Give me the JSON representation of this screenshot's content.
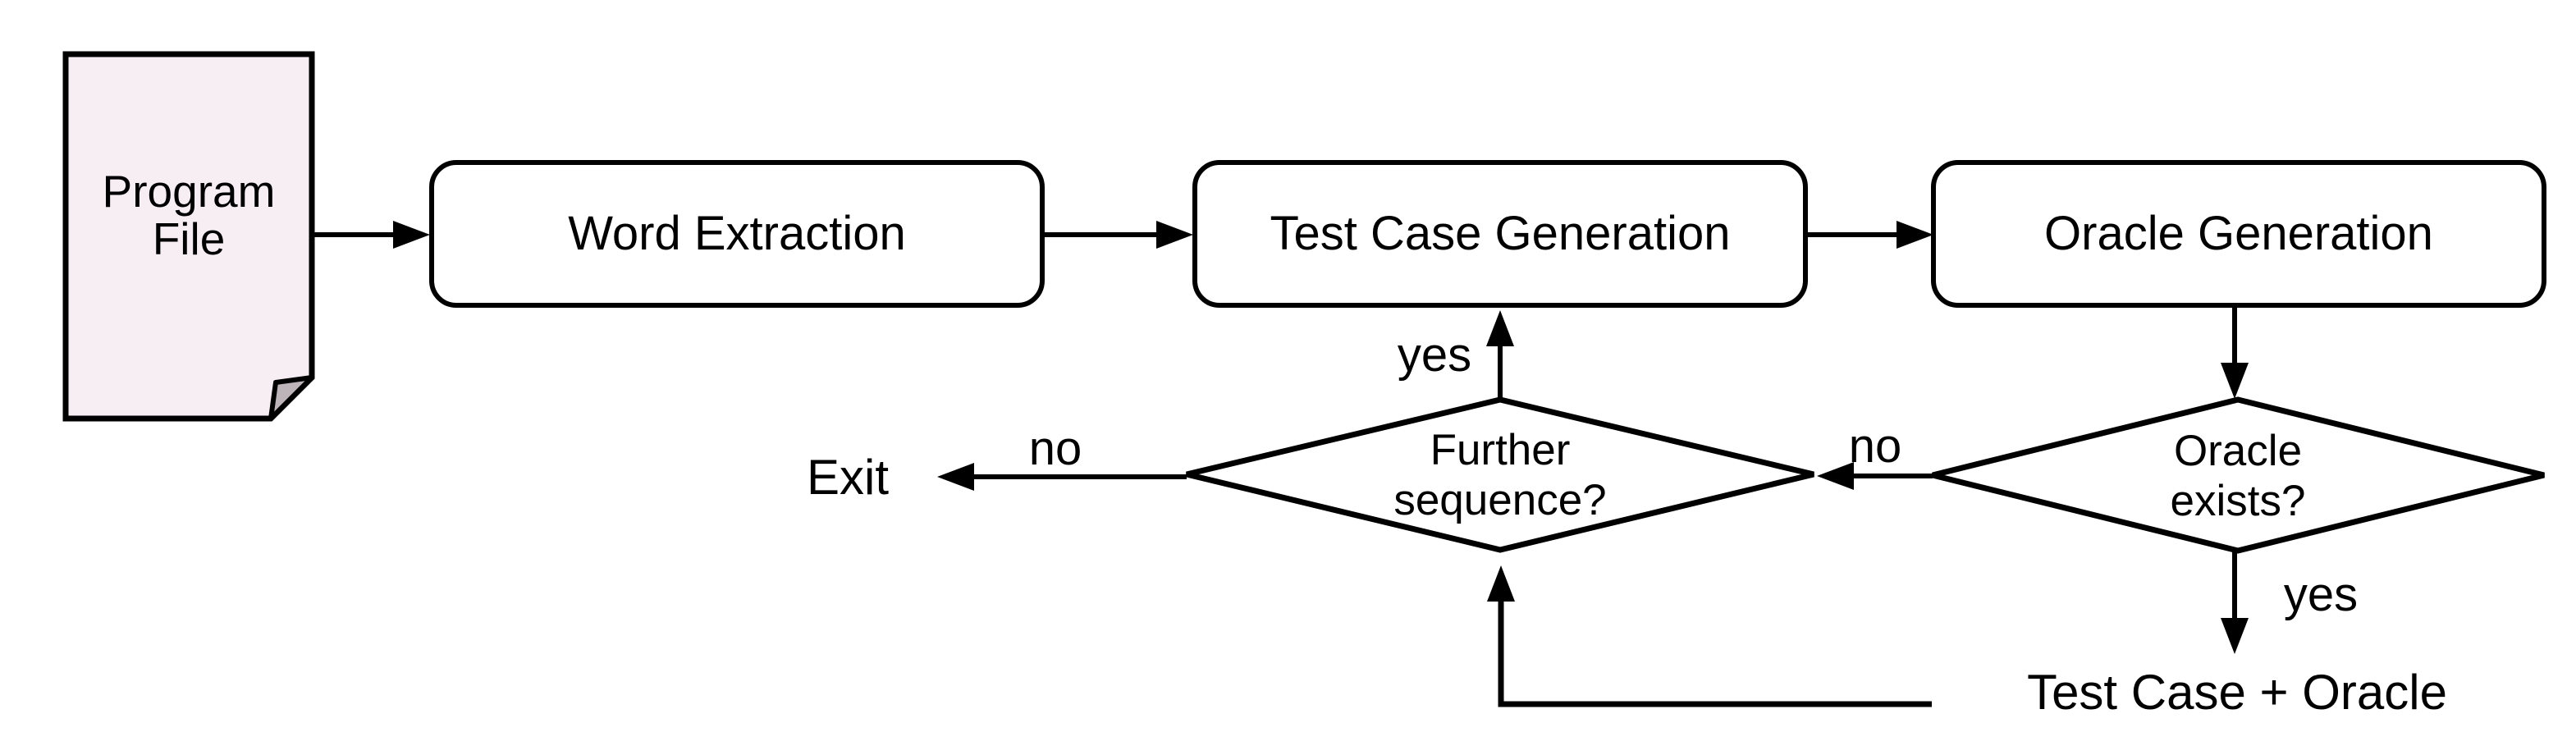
{
  "diagram": {
    "type": "flowchart",
    "nodes": {
      "program_file": {
        "shape": "document",
        "label_line1": "Program",
        "label_line2": "File"
      },
      "word_extraction": {
        "shape": "rounded-rect",
        "label": "Word Extraction"
      },
      "test_case_generation": {
        "shape": "rounded-rect",
        "label": "Test Case Generation"
      },
      "oracle_generation": {
        "shape": "rounded-rect",
        "label": "Oracle Generation"
      },
      "oracle_exists": {
        "shape": "diamond",
        "label_line1": "Oracle",
        "label_line2": "exists?"
      },
      "further_sequence": {
        "shape": "diamond",
        "label_line1": "Further",
        "label_line2": "sequence?"
      },
      "exit": {
        "shape": "text",
        "label": "Exit"
      },
      "test_case_plus_oracle": {
        "shape": "text",
        "label": "Test Case + Oracle"
      }
    },
    "edge_labels": {
      "oracle_exists_yes": "yes",
      "oracle_exists_no": "no",
      "further_sequence_yes": "yes",
      "further_sequence_no": "no"
    },
    "colors": {
      "stroke": "#000000",
      "shape_fill": "#ffffff",
      "document_fill": "#f7eef4",
      "fold_fill": "#bdb4ba",
      "text": "#000000"
    }
  }
}
